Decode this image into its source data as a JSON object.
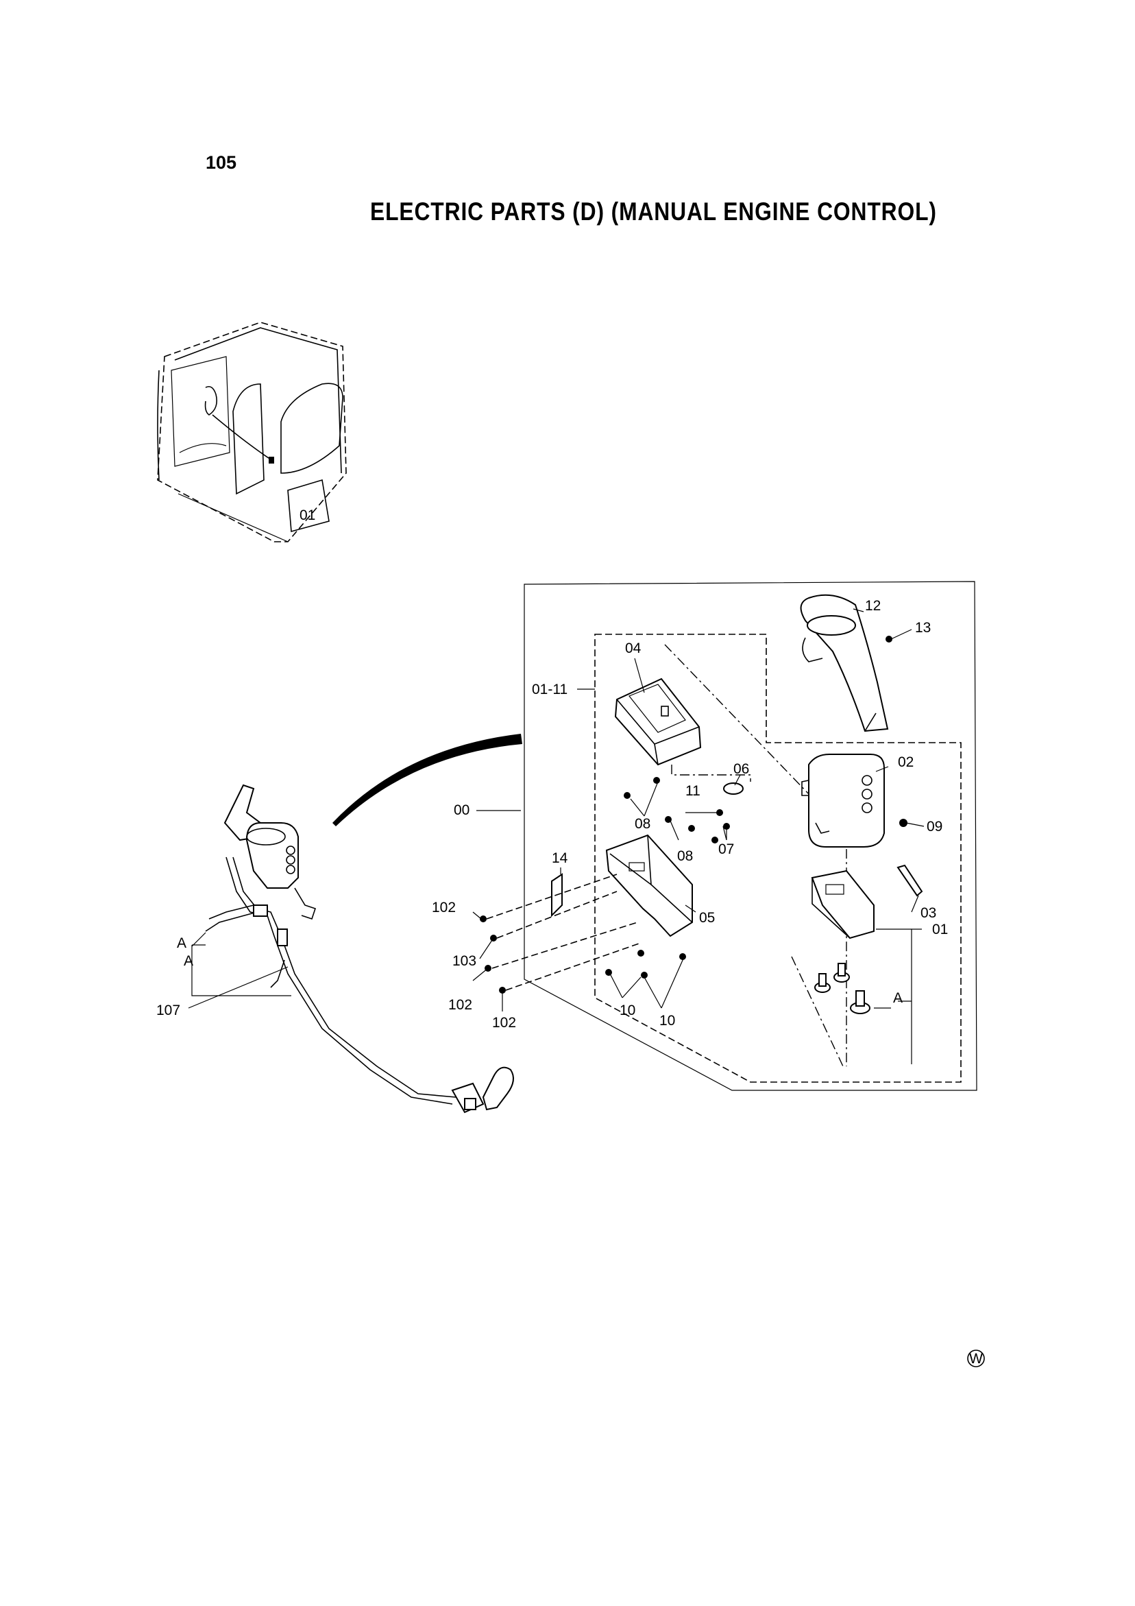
{
  "page": {
    "number": "105",
    "title": "ELECTRIC PARTS (D) (MANUAL ENGINE CONTROL)"
  },
  "cab_mark": "01",
  "corner_mark": "W",
  "callouts": {
    "p00": "00",
    "p01_11": "01-11",
    "p01": "01",
    "p02": "02",
    "p03": "03",
    "p04": "04",
    "p05": "05",
    "p06": "06",
    "p07": "07",
    "p08a": "08",
    "p08b": "08",
    "p09": "09",
    "p10a": "10",
    "p10b": "10",
    "p11": "11",
    "p12": "12",
    "p13": "13",
    "p14": "14",
    "p102a": "102",
    "p102b": "102",
    "p102c": "102",
    "p103": "103",
    "p107": "107",
    "a_right": "A",
    "a_left1": "A",
    "a_left2": "A"
  }
}
